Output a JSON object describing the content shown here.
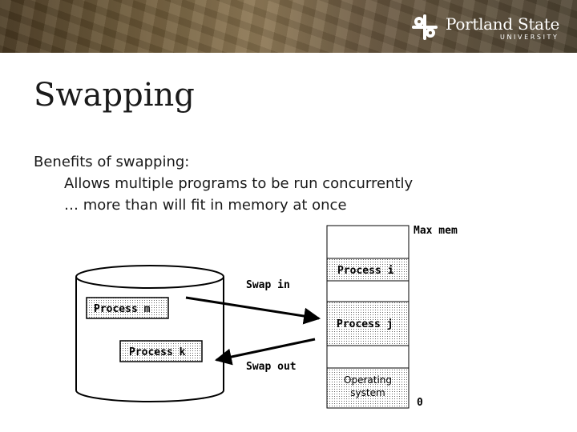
{
  "header": {
    "logo_name": "Portland State",
    "logo_subtitle": "UNIVERSITY",
    "colors": {
      "banner": "#6e5a38",
      "text": "#ffffff"
    }
  },
  "slide": {
    "title": "Swapping",
    "lines": [
      "Benefits of swapping:",
      "Allows multiple programs to be run concurrently",
      "… more than will fit in memory at once"
    ]
  },
  "diagram": {
    "disk_processes": {
      "m": "Process m",
      "k": "Process k"
    },
    "memory": {
      "i": "Process i",
      "j": "Process j",
      "os_line1": "Operating",
      "os_line2": "system"
    },
    "arrows": {
      "in": "Swap in",
      "out": "Swap out"
    },
    "markers": {
      "max": "Max mem",
      "zero": "0"
    }
  }
}
